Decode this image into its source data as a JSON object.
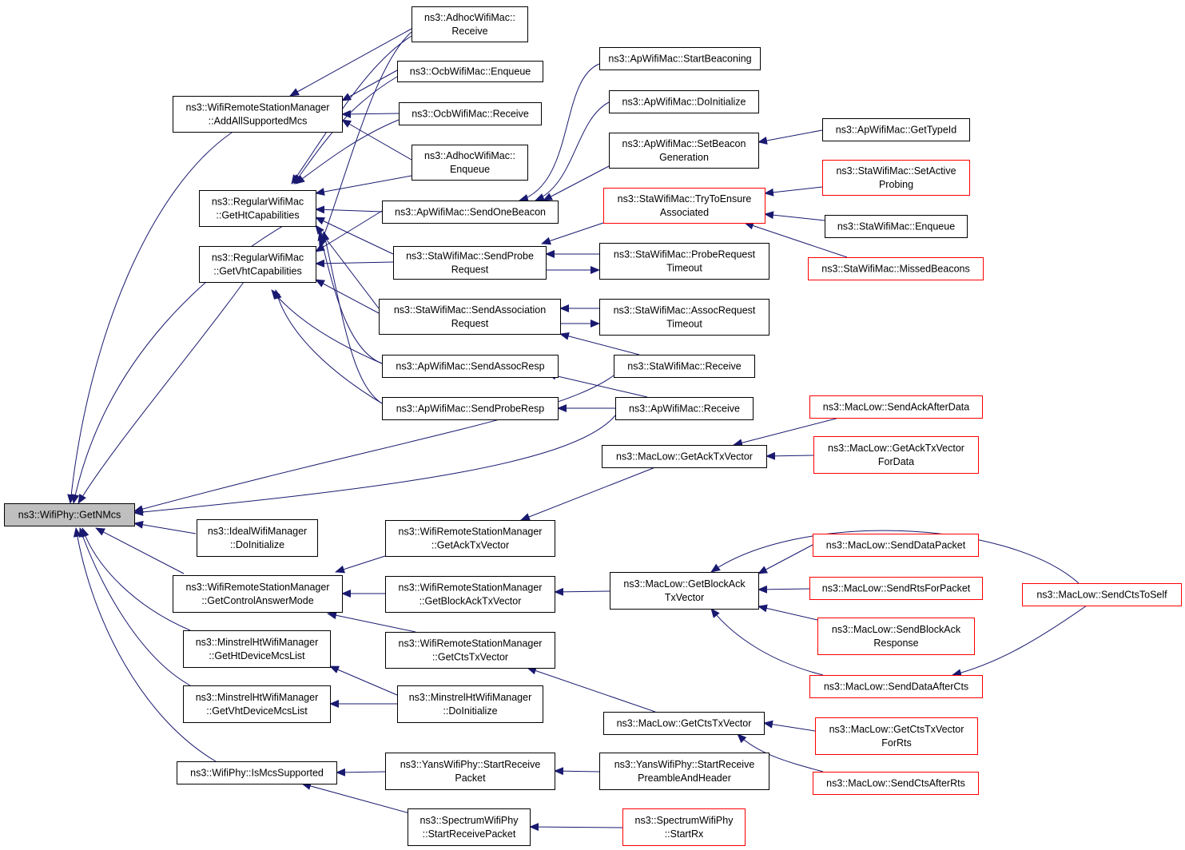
{
  "graph": {
    "colors": {
      "edge": "#191970",
      "root_fill": "#bfbfbf",
      "node_border": "#000000",
      "external_border": "#ff0000",
      "node_fill": "#ffffff"
    },
    "nodes": [
      {
        "id": "root",
        "lines": [
          "ns3::WifiPhy::GetNMcs"
        ],
        "style": "root"
      },
      {
        "id": "addall",
        "lines": [
          "ns3::WifiRemoteStationManager",
          "::AddAllSupportedMcs"
        ],
        "style": "normal"
      },
      {
        "id": "htcap",
        "lines": [
          "ns3::RegularWifiMac",
          "::GetHtCapabilities"
        ],
        "style": "normal"
      },
      {
        "id": "vhtcap",
        "lines": [
          "ns3::RegularWifiMac",
          "::GetVhtCapabilities"
        ],
        "style": "normal"
      },
      {
        "id": "idealinit",
        "lines": [
          "ns3::IdealWifiManager",
          "::DoInitialize"
        ],
        "style": "normal"
      },
      {
        "id": "ctrlans",
        "lines": [
          "ns3::WifiRemoteStationManager",
          "::GetControlAnswerMode"
        ],
        "style": "normal"
      },
      {
        "id": "htdev",
        "lines": [
          "ns3::MinstrelHtWifiManager",
          "::GetHtDeviceMcsList"
        ],
        "style": "normal"
      },
      {
        "id": "vhtdev",
        "lines": [
          "ns3::MinstrelHtWifiManager",
          "::GetVhtDeviceMcsList"
        ],
        "style": "normal"
      },
      {
        "id": "ismcs",
        "lines": [
          "ns3::WifiPhy::IsMcsSupported"
        ],
        "style": "normal"
      },
      {
        "id": "adhocrecv",
        "lines": [
          "ns3::AdhocWifiMac::",
          "Receive"
        ],
        "style": "normal"
      },
      {
        "id": "ocbenq",
        "lines": [
          "ns3::OcbWifiMac::Enqueue"
        ],
        "style": "normal"
      },
      {
        "id": "ocbrecv",
        "lines": [
          "ns3::OcbWifiMac::Receive"
        ],
        "style": "normal"
      },
      {
        "id": "adhocenq",
        "lines": [
          "ns3::AdhocWifiMac::",
          "Enqueue"
        ],
        "style": "normal"
      },
      {
        "id": "sendbeacon",
        "lines": [
          "ns3::ApWifiMac::SendOneBeacon"
        ],
        "style": "normal"
      },
      {
        "id": "sendprobe",
        "lines": [
          "ns3::StaWifiMac::SendProbe",
          "Request"
        ],
        "style": "normal"
      },
      {
        "id": "sendassoc",
        "lines": [
          "ns3::StaWifiMac::SendAssociation",
          "Request"
        ],
        "style": "normal"
      },
      {
        "id": "assocresp",
        "lines": [
          "ns3::ApWifiMac::SendAssocResp"
        ],
        "style": "normal"
      },
      {
        "id": "proberesp",
        "lines": [
          "ns3::ApWifiMac::SendProbeResp"
        ],
        "style": "normal"
      },
      {
        "id": "startbeacon",
        "lines": [
          "ns3::ApWifiMac::StartBeaconing"
        ],
        "style": "normal"
      },
      {
        "id": "apinit",
        "lines": [
          "ns3::ApWifiMac::DoInitialize"
        ],
        "style": "normal"
      },
      {
        "id": "setbeacon",
        "lines": [
          "ns3::ApWifiMac::SetBeacon",
          "Generation"
        ],
        "style": "normal"
      },
      {
        "id": "gettypeid",
        "lines": [
          "ns3::ApWifiMac::GetTypeId"
        ],
        "style": "normal"
      },
      {
        "id": "tryensure",
        "lines": [
          "ns3::StaWifiMac::TryToEnsure",
          "Associated"
        ],
        "style": "external"
      },
      {
        "id": "setactive",
        "lines": [
          "ns3::StaWifiMac::SetActive",
          "Probing"
        ],
        "style": "external"
      },
      {
        "id": "staenq",
        "lines": [
          "ns3::StaWifiMac::Enqueue"
        ],
        "style": "normal"
      },
      {
        "id": "missed",
        "lines": [
          "ns3::StaWifiMac::MissedBeacons"
        ],
        "style": "external"
      },
      {
        "id": "probetimeout",
        "lines": [
          "ns3::StaWifiMac::ProbeRequest",
          "Timeout"
        ],
        "style": "normal"
      },
      {
        "id": "assoctimeout",
        "lines": [
          "ns3::StaWifiMac::AssocRequest",
          "Timeout"
        ],
        "style": "normal"
      },
      {
        "id": "starecv",
        "lines": [
          "ns3::StaWifiMac::Receive"
        ],
        "style": "normal"
      },
      {
        "id": "aprecv",
        "lines": [
          "ns3::ApWifiMac::Receive"
        ],
        "style": "normal"
      },
      {
        "id": "ackafter",
        "lines": [
          "ns3::MacLow::SendAckAfterData"
        ],
        "style": "external"
      },
      {
        "id": "getack",
        "lines": [
          "ns3::MacLow::GetAckTxVector"
        ],
        "style": "normal"
      },
      {
        "id": "getackdata",
        "lines": [
          "ns3::MacLow::GetAckTxVector",
          "ForData"
        ],
        "style": "external"
      },
      {
        "id": "wrsmack",
        "lines": [
          "ns3::WifiRemoteStationManager",
          "::GetAckTxVector"
        ],
        "style": "normal"
      },
      {
        "id": "wrsmblock",
        "lines": [
          "ns3::WifiRemoteStationManager",
          "::GetBlockAckTxVector"
        ],
        "style": "normal"
      },
      {
        "id": "wrsmcts",
        "lines": [
          "ns3::WifiRemoteStationManager",
          "::GetCtsTxVector"
        ],
        "style": "normal"
      },
      {
        "id": "blockack",
        "lines": [
          "ns3::MacLow::GetBlockAck",
          "TxVector"
        ],
        "style": "normal"
      },
      {
        "id": "senddata",
        "lines": [
          "ns3::MacLow::SendDataPacket"
        ],
        "style": "external"
      },
      {
        "id": "sendrts",
        "lines": [
          "ns3::MacLow::SendRtsForPacket"
        ],
        "style": "external"
      },
      {
        "id": "sendblockresp",
        "lines": [
          "ns3::MacLow::SendBlockAck",
          "Response"
        ],
        "style": "external"
      },
      {
        "id": "dataaftercts",
        "lines": [
          "ns3::MacLow::SendDataAfterCts"
        ],
        "style": "external"
      },
      {
        "id": "ctstoself",
        "lines": [
          "ns3::MacLow::SendCtsToSelf"
        ],
        "style": "external"
      },
      {
        "id": "minstrelinit",
        "lines": [
          "ns3::MinstrelHtWifiManager",
          "::DoInitialize"
        ],
        "style": "normal"
      },
      {
        "id": "getcts",
        "lines": [
          "ns3::MacLow::GetCtsTxVector"
        ],
        "style": "normal"
      },
      {
        "id": "getctsrts",
        "lines": [
          "ns3::MacLow::GetCtsTxVector",
          "ForRts"
        ],
        "style": "external"
      },
      {
        "id": "ctsafterrts",
        "lines": [
          "ns3::MacLow::SendCtsAfterRts"
        ],
        "style": "external"
      },
      {
        "id": "yansrecv",
        "lines": [
          "ns3::YansWifiPhy::StartReceive",
          "Packet"
        ],
        "style": "normal"
      },
      {
        "id": "yanspre",
        "lines": [
          "ns3::YansWifiPhy::StartReceive",
          "PreambleAndHeader"
        ],
        "style": "normal"
      },
      {
        "id": "specrecv",
        "lines": [
          "ns3::SpectrumWifiPhy",
          "::StartReceivePacket"
        ],
        "style": "normal"
      },
      {
        "id": "specrx",
        "lines": [
          "ns3::SpectrumWifiPhy",
          "::StartRx"
        ],
        "style": "external"
      }
    ]
  }
}
